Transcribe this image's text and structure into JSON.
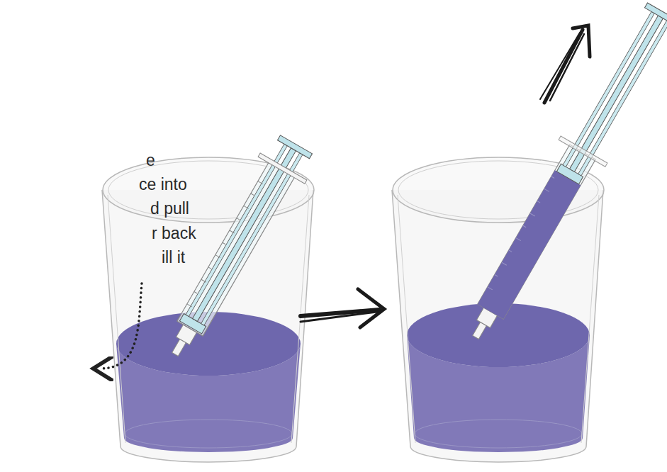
{
  "diagram": {
    "labels": [
      "e",
      "ce into",
      "d pull",
      "r back",
      "ill it"
    ]
  }
}
